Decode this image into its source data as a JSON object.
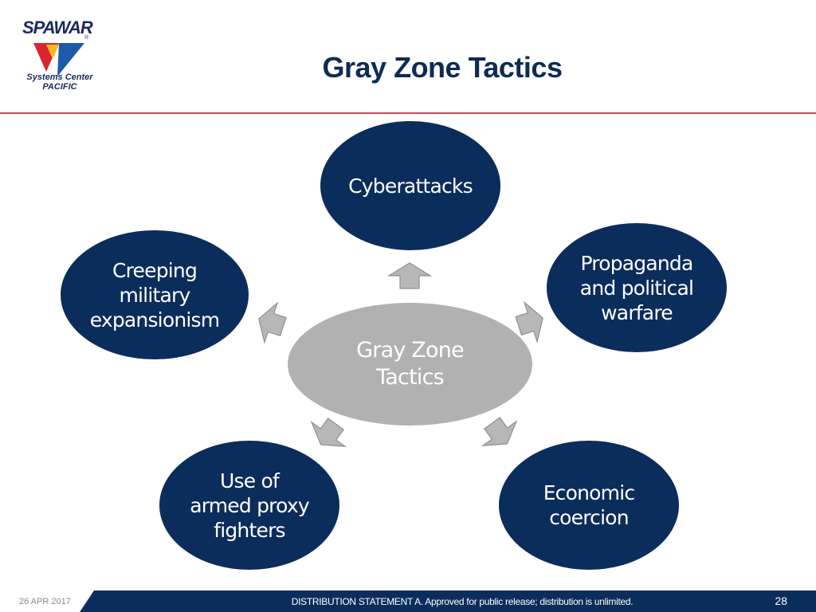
{
  "header": {
    "logo_wordmark": "SPAWAR",
    "logo_reg": "®",
    "logo_line1": "Systems Center",
    "logo_line2": "PACIFIC",
    "title": "Gray Zone Tactics"
  },
  "diagram": {
    "center": "Gray Zone\nTactics",
    "nodes": [
      {
        "label": "Cyberattacks"
      },
      {
        "label": "Propaganda\nand political\nwarfare"
      },
      {
        "label": "Economic\ncoercion"
      },
      {
        "label": "Use of\narmed proxy\nfighters"
      },
      {
        "label": "Creeping\nmilitary\nexpansionism"
      }
    ]
  },
  "footer": {
    "date": "26 APR 2017",
    "statement": "DISTRIBUTION STATEMENT A. Approved for public release; distribution is unlimited.",
    "page": "28"
  },
  "colors": {
    "navy": "#0b2d5b",
    "title": "#0e2b53",
    "center_gray": "#b1b1b1",
    "arrow_gray": "#b7b7b7",
    "rule": "#c24a5a",
    "logo_red": "#d9252f",
    "logo_blue": "#1e5aa8",
    "logo_yellow": "#f2b821"
  }
}
